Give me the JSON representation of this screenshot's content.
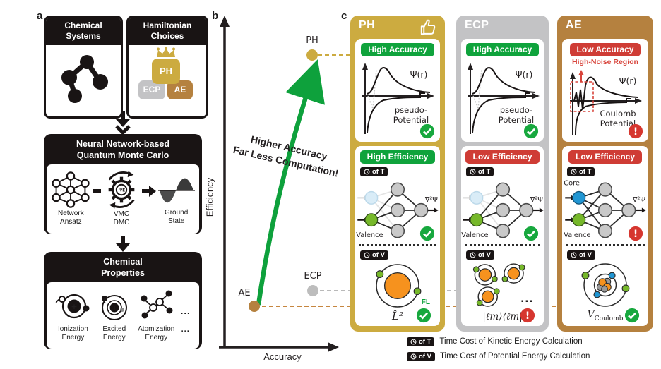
{
  "colors": {
    "ph_gold": "#ccab40",
    "ecp_gray": "#c3c3c5",
    "ae_brown": "#b5813f",
    "badge_green": "#0fa33c",
    "badge_red": "#cf3c35",
    "arrow_green": "#0ea13c",
    "nucleus_orange": "#f6921e",
    "valence_green": "#76b82a",
    "core_blue": "#2196d3"
  },
  "panel_a": {
    "label": "a",
    "box1_title_l1": "Chemical",
    "box1_title_l2": "Systems",
    "box2_title_l1": "Hamiltonian",
    "box2_title_l2": "Choices",
    "ham_ph": "PH",
    "ham_ecp": "ECP",
    "ham_ae": "AE",
    "box3_title_l1": "Neural Network-based",
    "box3_title_l2": "Quantum Monte Carlo",
    "gear_label": "-∇E",
    "item1_l1": "Network",
    "item1_l2": "Ansatz",
    "item2_l1": "VMC",
    "item2_l2": "DMC",
    "item3_l1": "Ground",
    "item3_l2": "State",
    "box4_title_l1": "Chemical",
    "box4_title_l2": "Properties",
    "prop1_l1": "Ionization",
    "prop1_l2": "Energy",
    "prop2_l1": "Excited",
    "prop2_l2": "Energy",
    "prop3_l1": "Atomization",
    "prop3_l2": "Energy",
    "ellipsis": "...",
    "plus": "+",
    "minus": "-"
  },
  "panel_b": {
    "label": "b",
    "x_axis_label": "Accuracy",
    "y_axis_label": "Efficiency",
    "annotation_l1": "Higher Accuracy",
    "annotation_l2": "Far Less Computation!",
    "point_ph": "PH",
    "point_ecp": "ECP",
    "point_ae": "AE"
  },
  "panel_c": {
    "label": "c",
    "err_glyph": "!",
    "columns": [
      {
        "name": "PH",
        "acc_badge": "High Accuracy",
        "psi": "Ψ(r)",
        "pot_l1": "pseudo-",
        "pot_l2": "Potential",
        "eff_badge": "High Efficiency",
        "clock_t": "of T",
        "valence": "Valence",
        "nn_out": "∇²Ψ",
        "clock_v": "of V",
        "formula": "L̂²",
        "fl": "FL"
      },
      {
        "name": "ECP",
        "acc_badge": "High Accuracy",
        "psi": "Ψ(r)",
        "pot_l1": "pseudo-",
        "pot_l2": "Potential",
        "eff_badge": "Low Efficiency",
        "clock_t": "of T",
        "valence": "Valence",
        "nn_out": "∇²Ψ",
        "clock_v": "of V",
        "formula": "|ℓm⟩⟨ℓm|",
        "ellipsis": "..."
      },
      {
        "name": "AE",
        "acc_badge": "Low Accuracy",
        "noise": "High-Noise Region",
        "psi": "Ψ(r)",
        "pot_l1": "Coulomb",
        "pot_l2": "Potential",
        "eff_badge": "Low Efficiency",
        "clock_t": "of T",
        "core": "Core",
        "valence": "Valence",
        "nn_out": "∇²Ψ",
        "clock_v": "of V",
        "formula_base": "V",
        "formula_sub": "Coulomb"
      }
    ],
    "legend": [
      {
        "badge": "of T",
        "text": "Time Cost of Kinetic Energy Calculation"
      },
      {
        "badge": "of V",
        "text": "Time Cost of Potential Energy Calculation"
      }
    ]
  }
}
